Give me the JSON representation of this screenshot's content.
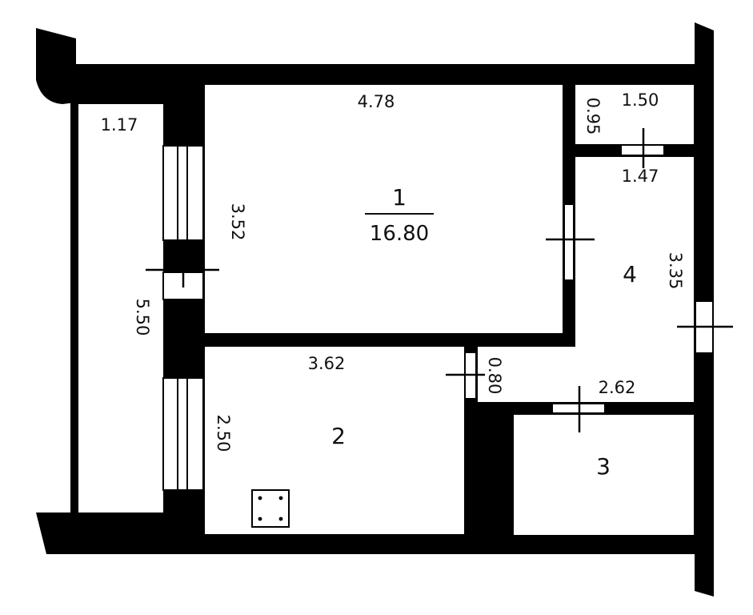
{
  "colors": {
    "wall": "#000000",
    "floor": "#ffffff",
    "text": "#111111"
  },
  "rooms": [
    {
      "number": "1",
      "area": "16.80"
    },
    {
      "number": "2"
    },
    {
      "number": "3"
    },
    {
      "number": "4"
    }
  ],
  "dimensions": {
    "room1_width": "4.78",
    "room1_height": "3.52",
    "room2_width": "3.62",
    "room2_height": "2.50",
    "room4_width": "1.47",
    "room4_height": "3.35",
    "balcony_width": "1.17",
    "balcony_length": "5.50",
    "closet_width": "1.50",
    "closet_depth": "0.95",
    "hall_depth": "0.80",
    "hall_width": "2.62"
  },
  "icons": [
    "stove-icon",
    "door-marker-icon",
    "window-icon"
  ]
}
